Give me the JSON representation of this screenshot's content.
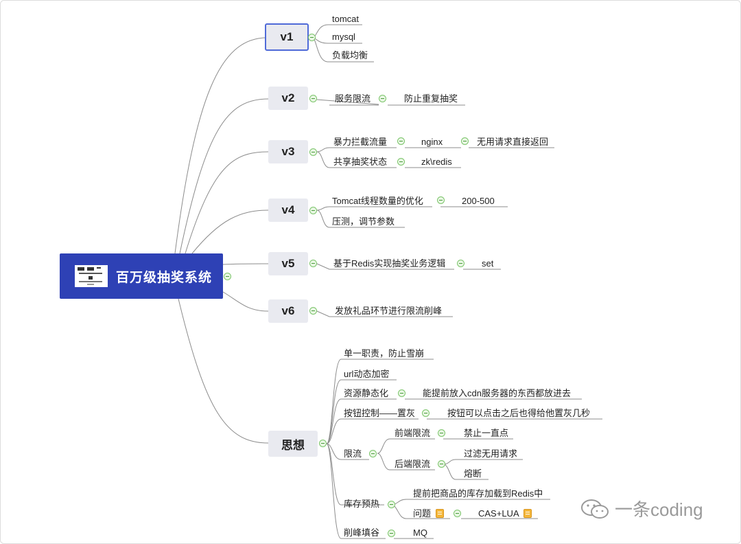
{
  "root": {
    "title": "百万级抽奖系统"
  },
  "versions": {
    "v1": {
      "label": "v1",
      "items": [
        "tomcat",
        "mysql",
        "负载均衡"
      ]
    },
    "v2": {
      "label": "v2",
      "a": "服务限流",
      "b": "防止重复抽奖"
    },
    "v3": {
      "label": "v3",
      "a": "暴力拦截流量",
      "a1": "nginx",
      "a2": "无用请求直接返回",
      "b": "共享抽奖状态",
      "b1": "zk\\redis"
    },
    "v4": {
      "label": "v4",
      "a": "Tomcat线程数量的优化",
      "a1": "200-500",
      "b": "压测，调节参数"
    },
    "v5": {
      "label": "v5",
      "a": "基于Redis实现抽奖业务逻辑",
      "a1": "set"
    },
    "v6": {
      "label": "v6",
      "a": "发放礼品环节进行限流削峰"
    }
  },
  "thoughts": {
    "label": "思想",
    "t1": "单一职责，防止雪崩",
    "t2": "url动态加密",
    "t3": "资源静态化",
    "t3a": "能提前放入cdn服务器的东西都放进去",
    "t4": "按钮控制——置灰",
    "t4a": "按钮可以点击之后也得给他置灰几秒",
    "t5": "限流",
    "t5a": "前端限流",
    "t5a1": "禁止一直点",
    "t5b": "后端限流",
    "t5b1": "过滤无用请求",
    "t5b2": "熔断",
    "t6": "库存预热",
    "t6a": "提前把商品的库存加载到Redis中",
    "t6b": "问题",
    "t6b1": "CAS+LUA",
    "t7": "削峰填谷",
    "t7a": "MQ"
  },
  "watermark": "一条coding",
  "colors": {
    "root": "#2e41b5",
    "node": "#e9eaf0",
    "selected": "#4f6ad8",
    "line": "#8c8c8c"
  }
}
